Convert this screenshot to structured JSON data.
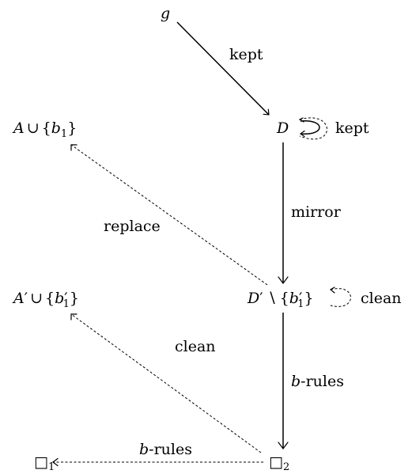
{
  "nodes": {
    "g": "g",
    "D": "D",
    "A_b1": {
      "A": "A",
      "cup": "∪",
      "lbrace": "{",
      "b": "b",
      "sub": "1",
      "rbrace": "}"
    },
    "D_prime_minus": {
      "D": "D",
      "prime": "′",
      "minus": "∖",
      "lbrace": "{",
      "b": "b",
      "prime2": "′",
      "sub": "1",
      "rbrace": "}"
    },
    "A_prime_b1_prime": {
      "A": "A",
      "prime": "′",
      "cup": "∪",
      "lbrace": "{",
      "b": "b",
      "prime2": "′",
      "sub": "1",
      "rbrace": "}"
    },
    "box1": {
      "box": "□",
      "sub": "1"
    },
    "box2": {
      "box": "□",
      "sub": "2"
    }
  },
  "edges": {
    "g_to_D": "kept",
    "D_loop": "kept",
    "D_to_Dprime": "mirror",
    "Dprime_to_A": "replace",
    "Dprime_loop": "clean",
    "box2_to_Aprime": "clean",
    "Dprime_to_box2_prefix": "b",
    "Dprime_to_box2_suffix": "-rules",
    "box2_to_box1_prefix": "b",
    "box2_to_box1_suffix": "-rules"
  }
}
